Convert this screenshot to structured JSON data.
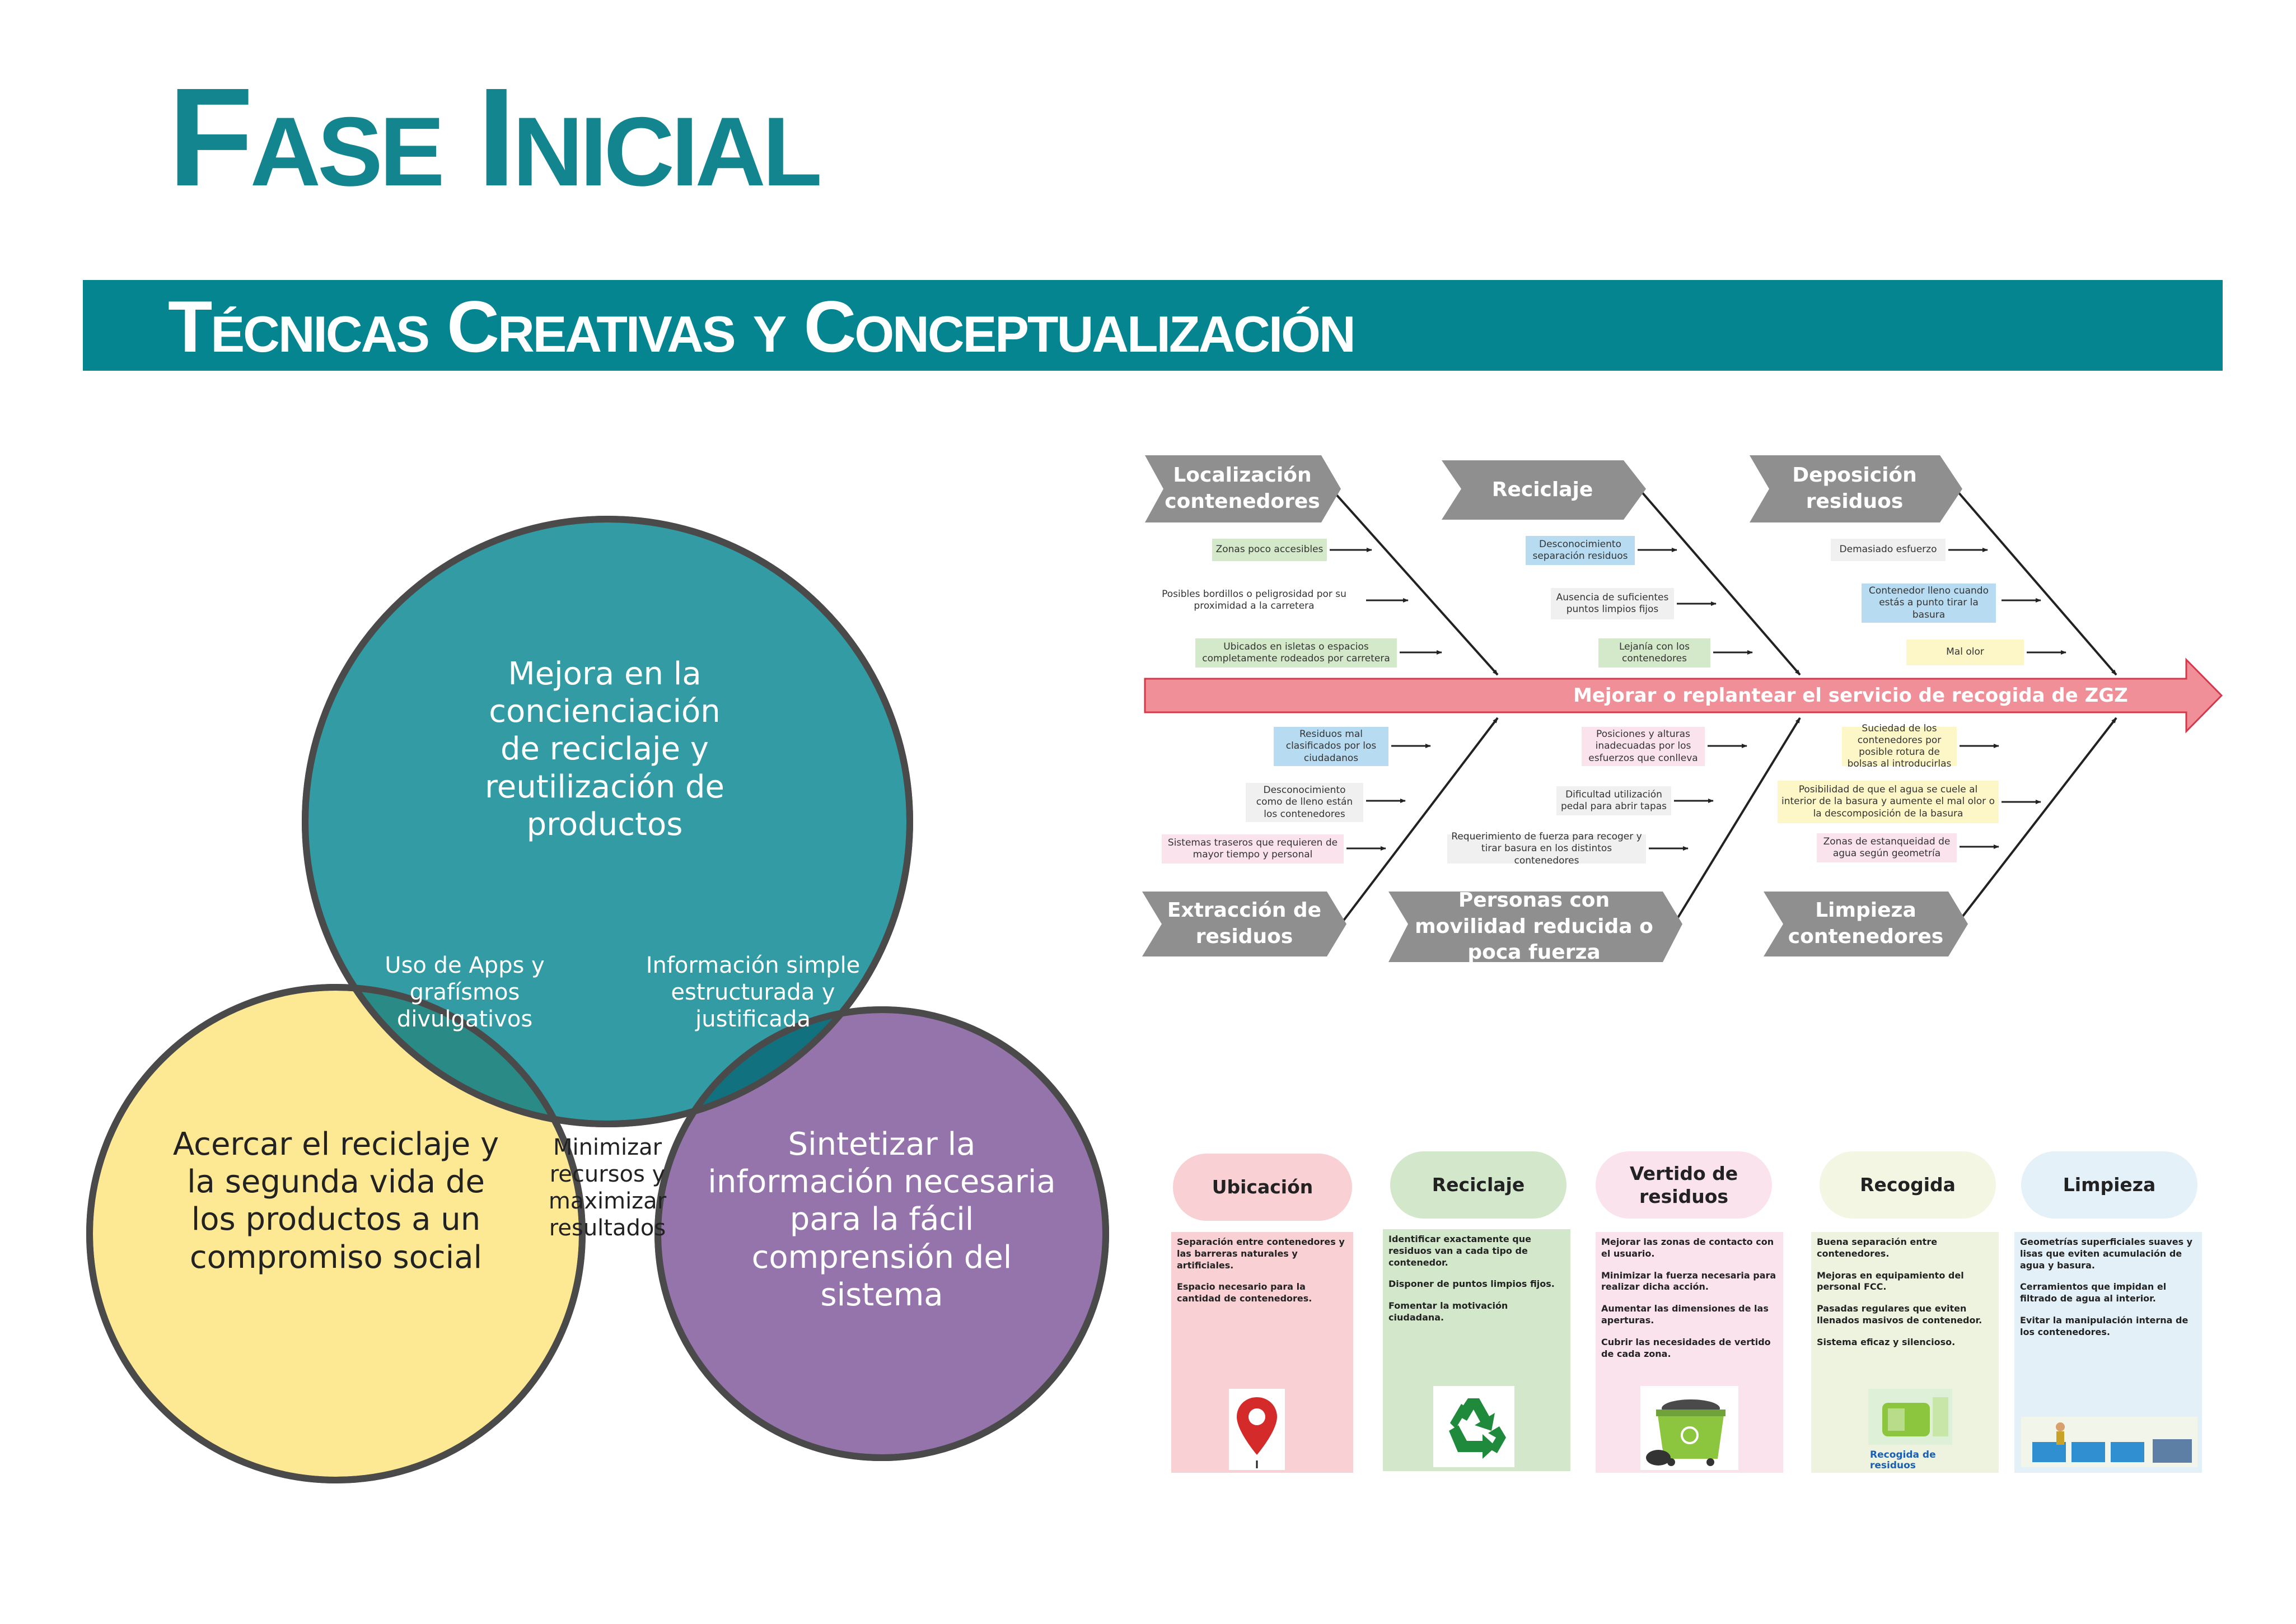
{
  "page": {
    "title": "Fase Inicial",
    "subtitle": "Técnicas Creativas y Conceptualización"
  },
  "venn": {
    "top": "Mejora en la concienciación de reciclaje y reutilización de productos",
    "left": "Acercar el reciclaje y la segunda vida de los productos a un compromiso social",
    "right": "Sintetizar la información necesaria para la fácil comprensión del sistema",
    "top_left": "Uso de Apps y grafísmos divulgativos",
    "top_right": "Información simple estructurada y justificada",
    "center": "Minimizar recursos y maximizar resultados",
    "colors": {
      "top": "#22939c",
      "left": "#fde68a",
      "right": "#9574ab",
      "outline": "#4a4a4a"
    }
  },
  "fishbone": {
    "spine_label": "Mejorar o replantear el servicio de recogida de ZGZ",
    "categories": {
      "localizacion": "Localización contenedores",
      "reciclaje": "Reciclaje",
      "deposicion": "Deposición residuos",
      "extraccion": "Extracción de residuos",
      "movilidad": "Personas con movilidad reducida o poca fuerza",
      "limpieza": "Limpieza contenedores"
    },
    "causes": {
      "loc1": "Zonas poco accesibles",
      "loc2": "Posibles bordillos o peligrosidad por su proximidad a la carretera",
      "loc3": "Ubicados en isletas o espacios completamente rodeados por carretera",
      "rec1": "Desconocimiento separación residuos",
      "rec2": "Ausencia de suficientes puntos limpios fijos",
      "rec3": "Lejanía con los contenedores",
      "dep1": "Demasiado esfuerzo",
      "dep2": "Contenedor lleno cuando estás a punto tirar la basura",
      "dep3": "Mal olor",
      "ext1": "Residuos mal clasificados por los ciudadanos",
      "ext2": "Desconocimiento como de lleno están los contenedores",
      "ext3": "Sistemas traseros que requieren de mayor tiempo y personal",
      "mov1": "Posiciones y alturas inadecuadas por los esfuerzos que conlleva",
      "mov2": "Dificultad utilización pedal para abrir tapas",
      "mov3": "Requerimiento de fuerza para recoger y tirar basura en los distintos contenedores",
      "lim1": "Suciedad de los contenedores por posible rotura de bolsas al introducirlas",
      "lim2": "Posibilidad de que el agua se cuele al interior de la basura y aumente el mal olor o la descomposición de la basura",
      "lim3": "Zonas de estanqueidad de agua según geometría"
    },
    "colors": {
      "green": "#d3e9c9",
      "blue": "#b7dcf2",
      "pink": "#fbe3ee",
      "yellow": "#fdf7c8",
      "grey": "#f0f0f0",
      "spine": "#f08f97",
      "header": "#8f8f8f"
    }
  },
  "cards": [
    {
      "title": "Ubicación",
      "items": [
        "Separación entre contenedores y las barreras naturales y artificiales.",
        "Espacio necesario para la cantidad de contenedores."
      ],
      "icon": "map-pin-icon",
      "pill_color": "#f9d0d3",
      "card_color": "#f9d0d3"
    },
    {
      "title": "Reciclaje",
      "items": [
        "Identificar exactamente que residuos van a cada tipo de contenedor.",
        "Disponer de puntos limpios fijos.",
        "Fomentar la motivación ciudadana."
      ],
      "icon": "recycle-icon",
      "pill_color": "#d3e8cb",
      "card_color": "#d3e8cb"
    },
    {
      "title": "Vertido de residuos",
      "items": [
        "Mejorar las zonas de contacto con el usuario.",
        "Minimizar la fuerza necesaria para realizar dicha acción.",
        "Aumentar las dimensiones de las aperturas.",
        "Cubrir las necesidades de vertido de cada zona."
      ],
      "icon": "trash-container-icon",
      "pill_color": "#fbe3ee",
      "card_color": "#fbe3ee"
    },
    {
      "title": "Recogida",
      "items": [
        "Buena separación entre contenedores.",
        "Mejoras en equipamiento del personal FCC.",
        "Pasadas regulares que eviten llenados masivos de contenedor.",
        "Sistema eficaz y silencioso."
      ],
      "icon": "garbage-truck-icon",
      "icon_caption": "Recogida de residuos",
      "pill_color": "#f2f6e3",
      "card_color": "#edf3de"
    },
    {
      "title": "Limpieza",
      "items": [
        "Geometrías superficiales suaves y lisas que eviten acumulación de agua y basura.",
        "Cerramientos que impidan el filtrado de agua al interior.",
        "Evitar la manipulación interna de los contenedores."
      ],
      "icon": "cleaning-scene-icon",
      "pill_color": "#e5f1f8",
      "card_color": "#e3f0f7"
    }
  ]
}
